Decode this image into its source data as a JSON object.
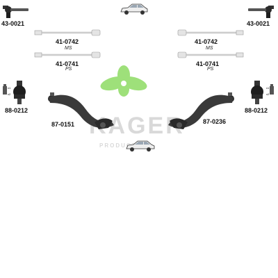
{
  "watermark": {
    "brand": "KAGER",
    "tagline": "PRODUCTS",
    "leaf_color": "#9ee07a",
    "text_color": "#d9d9d9"
  },
  "parts": {
    "tie_rod_end_left": "43-0021",
    "tie_rod_end_right": "43-0021",
    "steering_rod_ms_left": "41-0742",
    "steering_rod_ms_right": "41-0742",
    "steering_rod_ps_left": "41-0741",
    "steering_rod_ps_right": "41-0741",
    "ball_joint_left": "88-0212",
    "ball_joint_right": "88-0212",
    "control_arm_left": "87-0151",
    "control_arm_right": "87-0236"
  },
  "variants": {
    "ms": "MS",
    "ps": "PS"
  },
  "ball_joint_tags": {
    "x1": "x1",
    "x2": "x2"
  },
  "icons": {
    "car_top": "car-icon",
    "car_center": "car-icon",
    "tie_rod_end": "tie-rod-end-icon",
    "steering_rod": "steering-rod-icon",
    "ball_joint": "ball-joint-icon",
    "control_arm": "control-arm-icon"
  }
}
